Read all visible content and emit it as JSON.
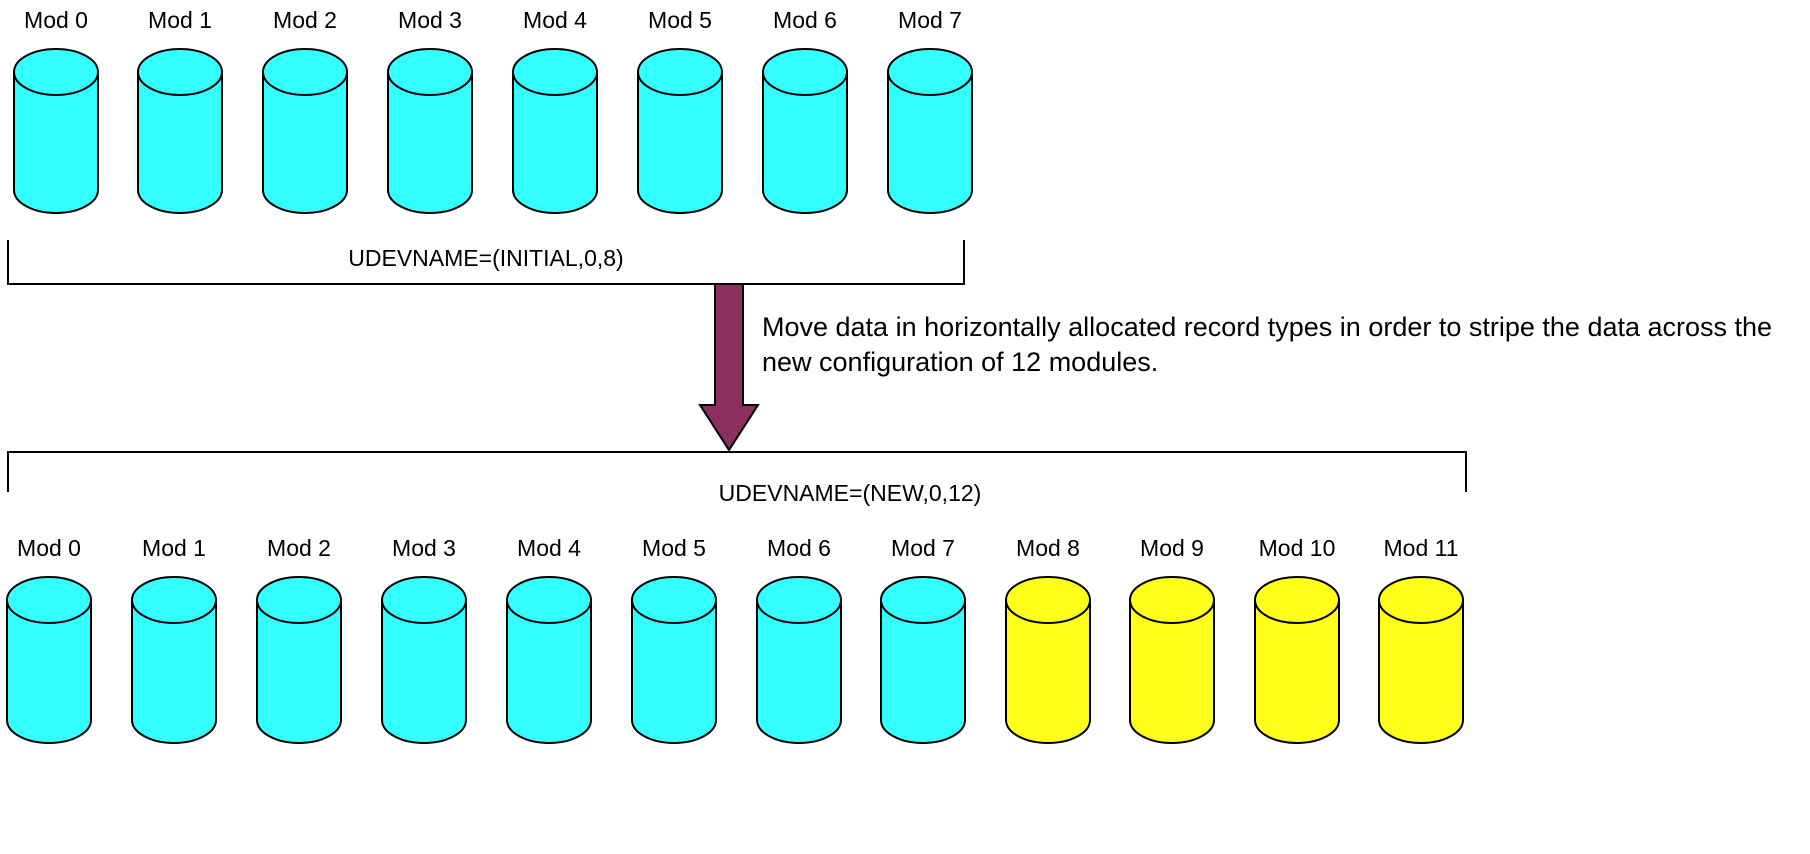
{
  "top_group": {
    "modules": [
      {
        "label": "Mod 0",
        "color": "#33FFFF"
      },
      {
        "label": "Mod 1",
        "color": "#33FFFF"
      },
      {
        "label": "Mod 2",
        "color": "#33FFFF"
      },
      {
        "label": "Mod 3",
        "color": "#33FFFF"
      },
      {
        "label": "Mod 4",
        "color": "#33FFFF"
      },
      {
        "label": "Mod 5",
        "color": "#33FFFF"
      },
      {
        "label": "Mod 6",
        "color": "#33FFFF"
      },
      {
        "label": "Mod 7",
        "color": "#33FFFF"
      }
    ],
    "bracket_label": "UDEVNAME=(INITIAL,0,8)"
  },
  "arrow": {
    "color": "#8B2F5E",
    "note": "Move data in horizontally allocated record types in order to stripe the data across the new configuration of 12 modules."
  },
  "bottom_group": {
    "bracket_label": "UDEVNAME=(NEW,0,12)",
    "modules": [
      {
        "label": "Mod 0",
        "color": "#33FFFF"
      },
      {
        "label": "Mod 1",
        "color": "#33FFFF"
      },
      {
        "label": "Mod 2",
        "color": "#33FFFF"
      },
      {
        "label": "Mod 3",
        "color": "#33FFFF"
      },
      {
        "label": "Mod 4",
        "color": "#33FFFF"
      },
      {
        "label": "Mod 5",
        "color": "#33FFFF"
      },
      {
        "label": "Mod 6",
        "color": "#33FFFF"
      },
      {
        "label": "Mod 7",
        "color": "#33FFFF"
      },
      {
        "label": "Mod 8",
        "color": "#FFFF1A"
      },
      {
        "label": "Mod 9",
        "color": "#FFFF1A"
      },
      {
        "label": "Mod 10",
        "color": "#FFFF1A"
      },
      {
        "label": "Mod 11",
        "color": "#FFFF1A"
      }
    ]
  }
}
